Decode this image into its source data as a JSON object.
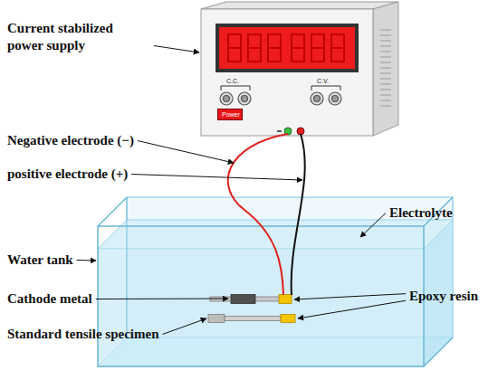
{
  "diagram": {
    "nodes": [
      {
        "text": [
          "Power"
        ]
      }
    ],
    "labels": [
      "Current stabilized power supply",
      "Negative electrode (−)",
      "positive electrode (+)",
      "Water tank",
      "Cathode metal",
      "Standard tensile specimen",
      "Electrolyte",
      "Epoxy resin",
      "C.C.",
      "C.V."
    ]
  }
}
